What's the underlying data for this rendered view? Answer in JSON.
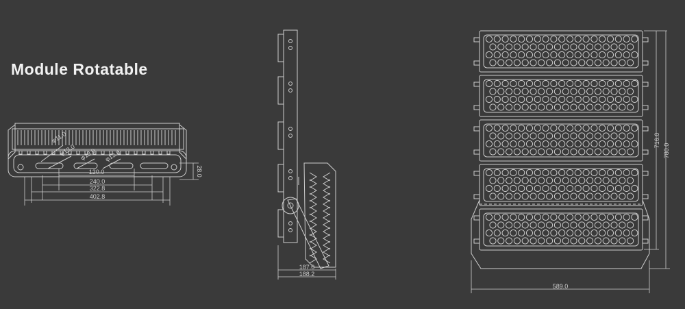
{
  "heading": "Module Rotatable",
  "colors": {
    "background": "#3a3a3a",
    "line": "#cfcfcf",
    "text": "#f2f2f2"
  },
  "front_view": {
    "dims": {
      "hole1": "φ11.0",
      "hole2": "φ13.0",
      "hole3": "φ13.0",
      "hole4": "φ13.0",
      "d120": "120.0",
      "d240": "240.0",
      "d322": "322.8",
      "d402": "402.8",
      "h28": "28.0"
    }
  },
  "side_view": {
    "dims": {
      "w187": "187.0",
      "w188": "188.2"
    }
  },
  "plan_view": {
    "modules": 5,
    "dims": {
      "h716": "716.0",
      "h780": "780.0",
      "w589": "589.0"
    }
  }
}
